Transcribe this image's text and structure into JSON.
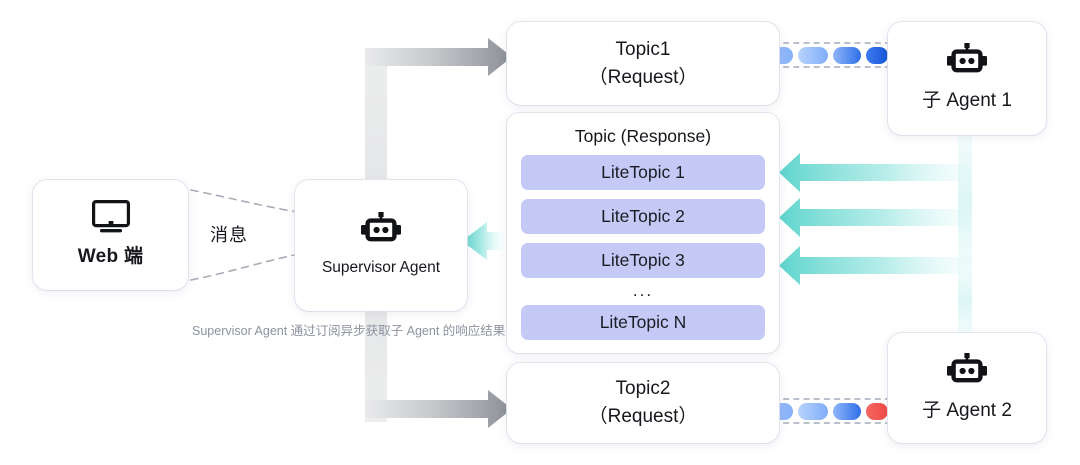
{
  "diagram": {
    "title_caption": "Supervisor Agent 通过订阅异步获取子 Agent 的响应结果",
    "message_edge_label": "消息",
    "colors": {
      "lite_topic_fill": "#c4c9f6",
      "response_arrow": "#5ed4cd",
      "request_arrow": "#8c8f96",
      "pill_blue": "#2f6fe8",
      "pill_red": "#ef4b45",
      "card_bg": "#ffffff",
      "caption_text": "#8d929e"
    }
  },
  "web_client": {
    "icon": "monitor-icon",
    "label": "Web 端"
  },
  "supervisor": {
    "icon": "robot-icon",
    "label": "Supervisor Agent"
  },
  "topics": {
    "request_top": {
      "line1": "Topic1",
      "line2": "（Request）"
    },
    "request_bottom": {
      "line1": "Topic2",
      "line2": "（Request）"
    },
    "response": {
      "title": "Topic (Response)",
      "ellipsis": "...",
      "lite_topics": [
        "LiteTopic 1",
        "LiteTopic 2",
        "LiteTopic 3",
        "LiteTopic N"
      ]
    }
  },
  "sub_agents": [
    {
      "icon": "robot-icon",
      "label": "子 Agent 1"
    },
    {
      "icon": "robot-icon",
      "label": "子 Agent 2"
    }
  ],
  "pipes": {
    "top": {
      "pills": [
        "blue-light",
        "blue-light",
        "blue-mid",
        "blue-dark"
      ]
    },
    "bottom": {
      "pills": [
        "blue-light",
        "blue-light",
        "blue-mid",
        "red"
      ]
    }
  }
}
